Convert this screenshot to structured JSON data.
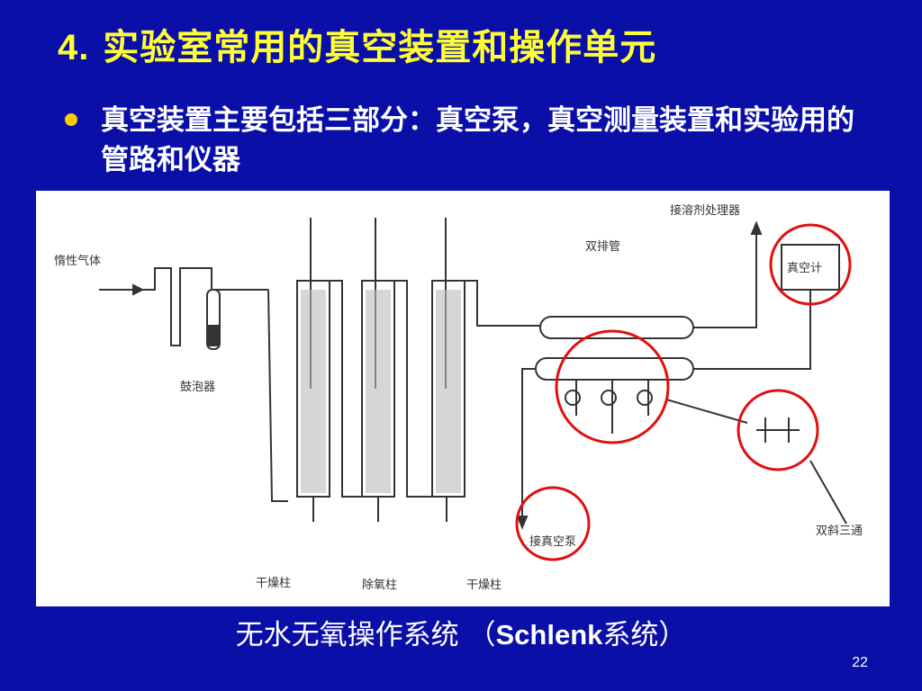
{
  "slide": {
    "title_num": "4.",
    "title_text": "实验室常用的真空装置和操作单元",
    "bullet": "真空装置主要包括三部分：真空泵，真空测量装置和实验用的管路和仪器",
    "caption_cn1": "无水无氧操作系统 （",
    "caption_latin": "Schlenk",
    "caption_cn2": "系统）",
    "page_number": "22"
  },
  "diagram": {
    "labels": {
      "inert_gas": "惰性气体",
      "bubbler": "鼓泡器",
      "dry_column_1": "干燥柱",
      "deoxygen_column": "除氧柱",
      "dry_column_2": "干燥柱",
      "double_manifold": "双排管",
      "to_vacuum_system": "接溶剂处理器",
      "vacuum_gauge": "真空计",
      "to_pump": "接真空泵",
      "double_oblique_valve": "双斜三通"
    },
    "highlight_color": "#e01010"
  }
}
